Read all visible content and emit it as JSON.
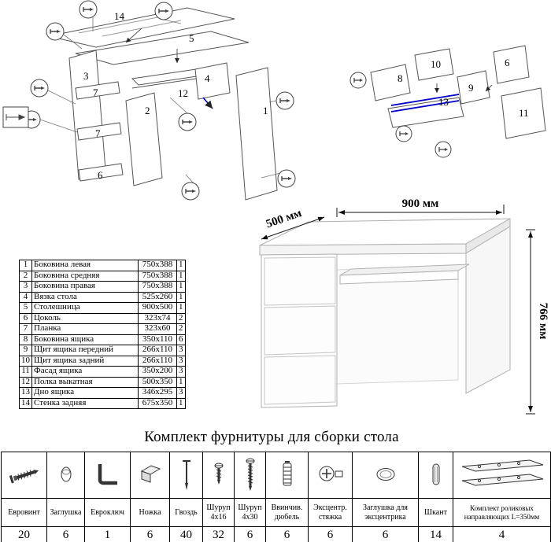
{
  "title": "Комплект фурнитуры для сборки стола",
  "colors": {
    "accent_blue": "#0000c8",
    "diagram_line": "#555555",
    "desk_outline": "#b0b0b0"
  },
  "desk": {
    "width_label": "900 мм",
    "depth_label": "500 мм",
    "height_label": "766 мм"
  },
  "parts_table": {
    "rows": [
      {
        "num": "1",
        "name": "Боковина левая",
        "size": "750x388",
        "qty": "1"
      },
      {
        "num": "2",
        "name": "Боковина средняя",
        "size": "750x388",
        "qty": "1"
      },
      {
        "num": "3",
        "name": "Боковина правая",
        "size": "750x388",
        "qty": "1"
      },
      {
        "num": "4",
        "name": "Вязка стола",
        "size": "525x260",
        "qty": "1"
      },
      {
        "num": "5",
        "name": "Столешница",
        "size": "900x500",
        "qty": "1"
      },
      {
        "num": "6",
        "name": "Цоколь",
        "size": "323x74",
        "qty": "2"
      },
      {
        "num": "7",
        "name": "Планка",
        "size": "323x60",
        "qty": "2"
      },
      {
        "num": "8",
        "name": "Боковина ящика",
        "size": "350x110",
        "qty": "6"
      },
      {
        "num": "9",
        "name": "Щит ящика передний",
        "size": "266x110",
        "qty": "3"
      },
      {
        "num": "10",
        "name": "Щит ящика задний",
        "size": "266x110",
        "qty": "3"
      },
      {
        "num": "11",
        "name": "Фасад ящика",
        "size": "350x200",
        "qty": "3"
      },
      {
        "num": "12",
        "name": "Полка выкатная",
        "size": "500x350",
        "qty": "1"
      },
      {
        "num": "13",
        "name": "Дно ящика",
        "size": "346x295",
        "qty": "3"
      },
      {
        "num": "14",
        "name": "Стенка задняя",
        "size": "675x350",
        "qty": "1"
      }
    ]
  },
  "diagram_left": {
    "labels": [
      "14",
      "5",
      "3",
      "7",
      "7",
      "6",
      "2",
      "12",
      "4",
      "1"
    ]
  },
  "diagram_right": {
    "labels": [
      "8",
      "10",
      "9",
      "13",
      "11",
      "6"
    ]
  },
  "hardware": {
    "items": [
      {
        "name": "euroscrew",
        "label": "Евровинт",
        "qty": "20"
      },
      {
        "name": "cap",
        "label": "Заглушка",
        "qty": "6"
      },
      {
        "name": "hexkey",
        "label": "Евроключ",
        "qty": "1"
      },
      {
        "name": "leg",
        "label": "Ножка",
        "qty": "6"
      },
      {
        "name": "nail",
        "label": "Гвоздь",
        "qty": "40"
      },
      {
        "name": "screw-4x16",
        "label": "Шуруп 4x16",
        "qty": "32"
      },
      {
        "name": "screw-4x30",
        "label": "Шуруп 4x30",
        "qty": "6"
      },
      {
        "name": "dowel",
        "label": "Ввинчив. дюбель",
        "qty": "6"
      },
      {
        "name": "cam",
        "label": "Эксцентр. стяжка",
        "qty": "6"
      },
      {
        "name": "cam-cap",
        "label": "Заглушка для эксцентрика",
        "qty": "6"
      },
      {
        "name": "shkant",
        "label": "Шкант",
        "qty": "14"
      },
      {
        "name": "rails",
        "label": "Комплект роликовых направляющих L=350мм",
        "qty": "4"
      }
    ]
  }
}
